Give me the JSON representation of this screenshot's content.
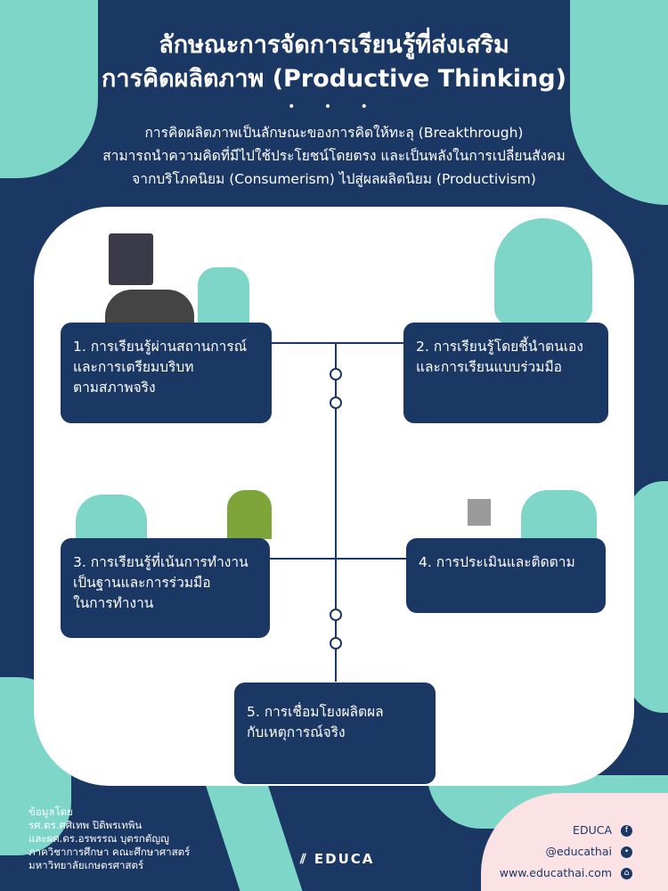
{
  "header": {
    "title_line1": "ลักษณะการจัดการเรียนรู้ที่ส่งเสริม",
    "title_line2": "การคิดผลิตภาพ (Productive Thinking)",
    "dots": "• • •",
    "subtitle_line1": "การคิดผลิตภาพเป็นลักษณะของการคิดให้ทะลุ (Breakthrough)",
    "subtitle_line2": "สามารถนำความคิดที่มีไปใช้ประโยชน์โดยตรง และเป็นพลังในการเปลี่ยนสังคม",
    "subtitle_line3": "จากบริโภคนิยม (Consumerism) ไปสู่ผลผลิตนิยม (Productivism)"
  },
  "items": [
    {
      "line1": "1. การเรียนรู้ผ่านสถานการณ์",
      "line2": "และการเตรียมบริบท",
      "line3": "ตามสภาพจริง"
    },
    {
      "line1": "2. การเรียนรู้โดยชี้นำตนเอง",
      "line2": "และการเรียนแบบร่วมมือ"
    },
    {
      "line1": "3. การเรียนรู้ที่เน้นการทำงาน",
      "line2": "เป็นฐานและการร่วมมือ",
      "line3": "ในการทำงาน"
    },
    {
      "line1": "4. การประเมินและติดตาม"
    },
    {
      "line1": "5. การเชื่อมโยงผลิตผล",
      "line2": "กับเหตุการณ์จริง"
    }
  ],
  "credits": [
    "ข้อมูลโดย",
    "รศ.ดร.ศศิเทพ ปิติพรเทพิน",
    "และผศ.ดร.อรพรรณ บุตรกตัญญู",
    "ภาควิชาการศึกษา คณะศึกษาศาสตร์",
    "มหาวิทยาลัยเกษตรศาสตร์"
  ],
  "brand": {
    "logo_text": "EDUCA",
    "facebook": "EDUCA",
    "line": "@educathai",
    "website": "www.educathai.com"
  },
  "colors": {
    "navy": "#1b3764",
    "teal": "#7ed6c9",
    "pink": "#fbe3e5"
  }
}
